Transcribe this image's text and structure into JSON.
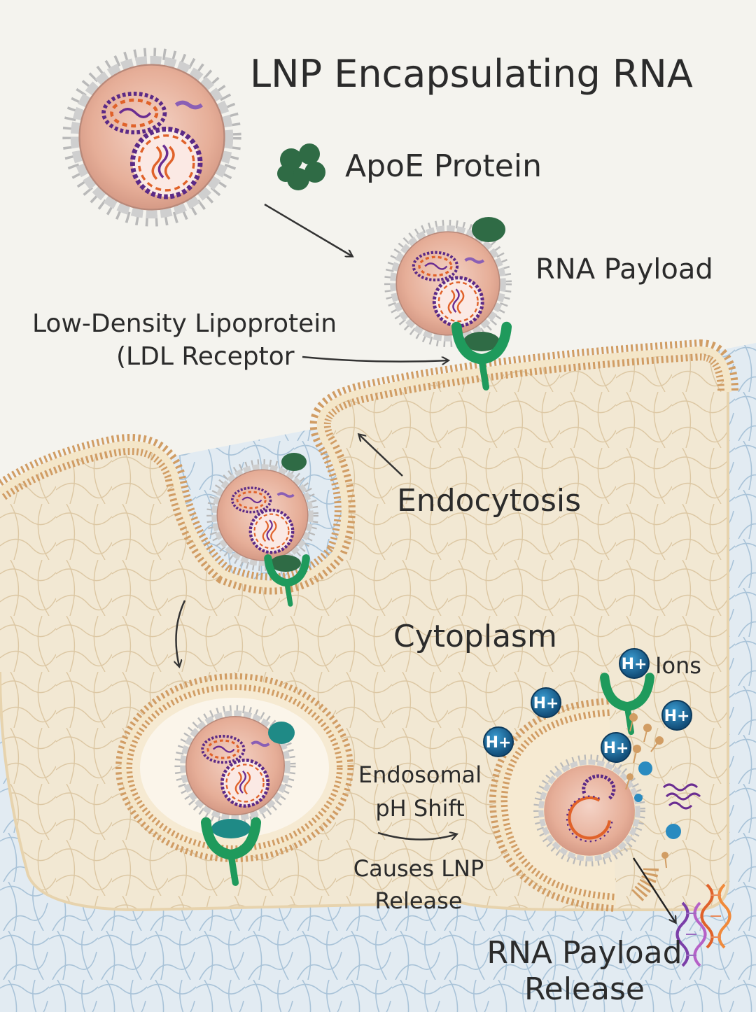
{
  "labels": {
    "title": "LNP Encapsulating RNA",
    "apoe": "ApoE Protein",
    "payload": "RNA Payload",
    "ldl_line1": "Low-Density Lipoprotein",
    "ldl_line2": "(LDL Receptor",
    "endocytosis": "Endocytosis",
    "cytoplasm": "Cytoplasm",
    "ions": "Ions",
    "endosomal_line1": "Endosomal",
    "endosomal_line2": "pH Shift",
    "causes_line1": "Causes LNP",
    "causes_line2": "Release",
    "release_line1": "RNA Payload",
    "release_line2": "Release",
    "h_ion": "H+"
  },
  "colors": {
    "background": "#f4f3ee",
    "extracellular": "#dfe9f1",
    "cytoplasm": "#f1e6d1",
    "membrane": "#d7a76c",
    "lnp_core": "#e8b7a5",
    "apoe": "#2f6b45",
    "receptor": "#1f9a5c",
    "endosome_apoe": "#1f8a86",
    "proton": "#1f6fa3",
    "rna_purple": "#6a2d91",
    "rna_orange": "#e0622a",
    "text": "#2b2b2b"
  }
}
